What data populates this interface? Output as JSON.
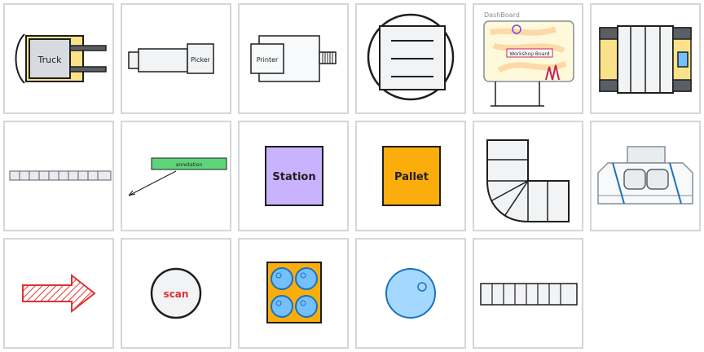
{
  "palette": {
    "title": "",
    "items": [
      {
        "id": "truck",
        "name": "Truck",
        "label": "Truck"
      },
      {
        "id": "picker",
        "name": "Picker",
        "label": "Picker"
      },
      {
        "id": "printer",
        "name": "Printer",
        "label": "Printer"
      },
      {
        "id": "round-table",
        "name": "Round table",
        "label": ""
      },
      {
        "id": "dashboard",
        "name": "DashBoard",
        "label": "DashBoard",
        "board_title": "Workshop Board"
      },
      {
        "id": "machine",
        "name": "Machine",
        "label": ""
      },
      {
        "id": "conveyor-short",
        "name": "Conveyor",
        "label": ""
      },
      {
        "id": "annotation",
        "name": "annotation",
        "label": "annotation"
      },
      {
        "id": "station",
        "name": "Station",
        "label": "Station"
      },
      {
        "id": "pallet",
        "name": "Pallet",
        "label": "Pallet"
      },
      {
        "id": "conveyor-bend",
        "name": "Conveyor bend",
        "label": ""
      },
      {
        "id": "vehicle",
        "name": "Vehicle",
        "label": ""
      },
      {
        "id": "arrow",
        "name": "Arrow",
        "label": ""
      },
      {
        "id": "scan",
        "name": "scan",
        "label": "scan"
      },
      {
        "id": "rack",
        "name": "Rack",
        "label": ""
      },
      {
        "id": "ball",
        "name": "Ball",
        "label": ""
      },
      {
        "id": "conveyor-long",
        "name": "Conveyor long",
        "label": ""
      }
    ]
  },
  "colors": {
    "tile_border": "#d3d7db",
    "stroke": "#1e1e1e",
    "yellow": "#fbe28a",
    "station": "#c9b3ff",
    "pallet": "#fbad0b",
    "annotation": "#5fd47a",
    "scan_text": "#e03131",
    "ball": "#a5d8ff",
    "ball_stroke": "#1971c2",
    "arrow": "#e03131"
  }
}
